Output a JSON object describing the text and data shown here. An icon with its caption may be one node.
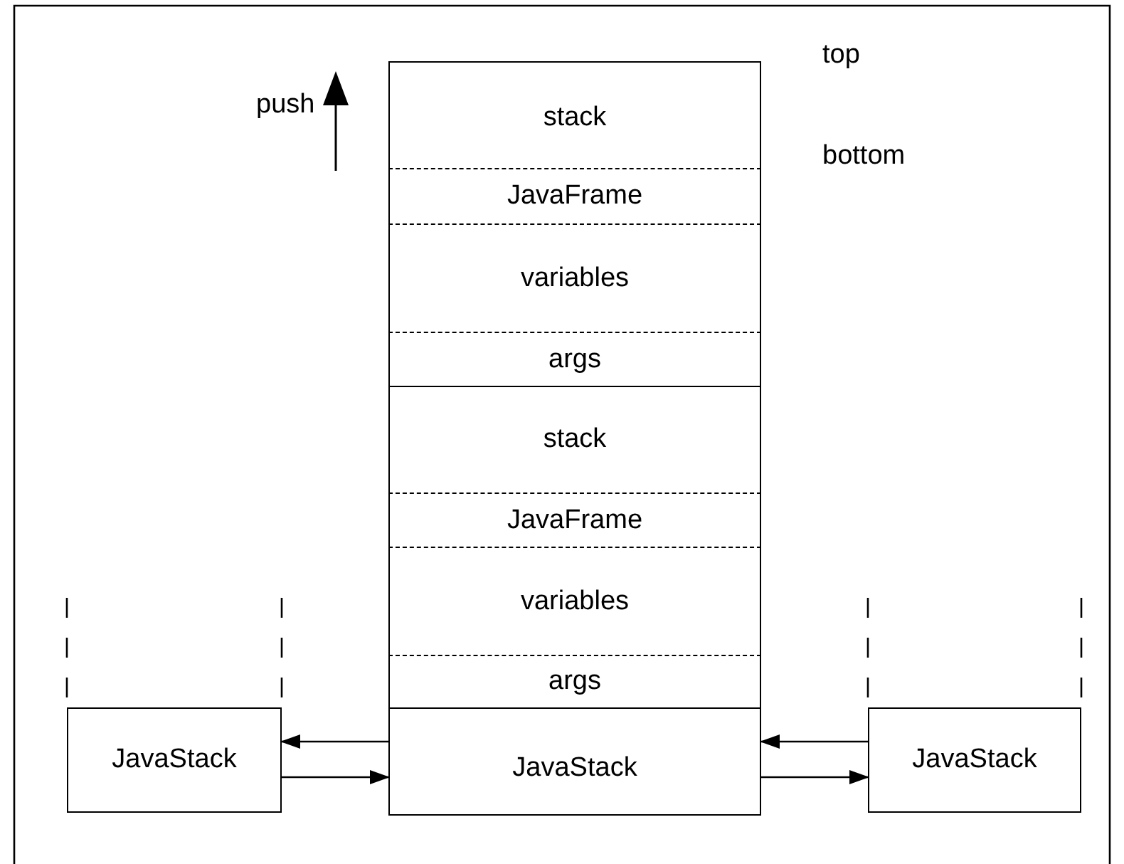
{
  "diagram": {
    "nodes": [
      {
        "text": [
          "stack"
        ]
      },
      {
        "text": [
          "JavaFrame"
        ]
      },
      {
        "text": [
          "variables"
        ]
      },
      {
        "text": [
          "args"
        ]
      },
      {
        "text": [
          "stack"
        ]
      },
      {
        "text": [
          "JavaFrame"
        ]
      },
      {
        "text": [
          "variables"
        ]
      },
      {
        "text": [
          "args"
        ]
      },
      {
        "text": [
          "JavaStack"
        ]
      },
      {
        "text": [
          "JavaStack"
        ]
      },
      {
        "text": [
          "JavaStack"
        ]
      }
    ],
    "edges": [
      {
        "from": 9,
        "to": 8,
        "arrow": "to"
      },
      {
        "from": 8,
        "to": 9,
        "arrow": "to"
      },
      {
        "from": 10,
        "to": 9,
        "arrow": "to"
      },
      {
        "from": 9,
        "to": 10,
        "arrow": "to"
      }
    ],
    "labels": [
      "top",
      "push",
      "bottom"
    ]
  }
}
